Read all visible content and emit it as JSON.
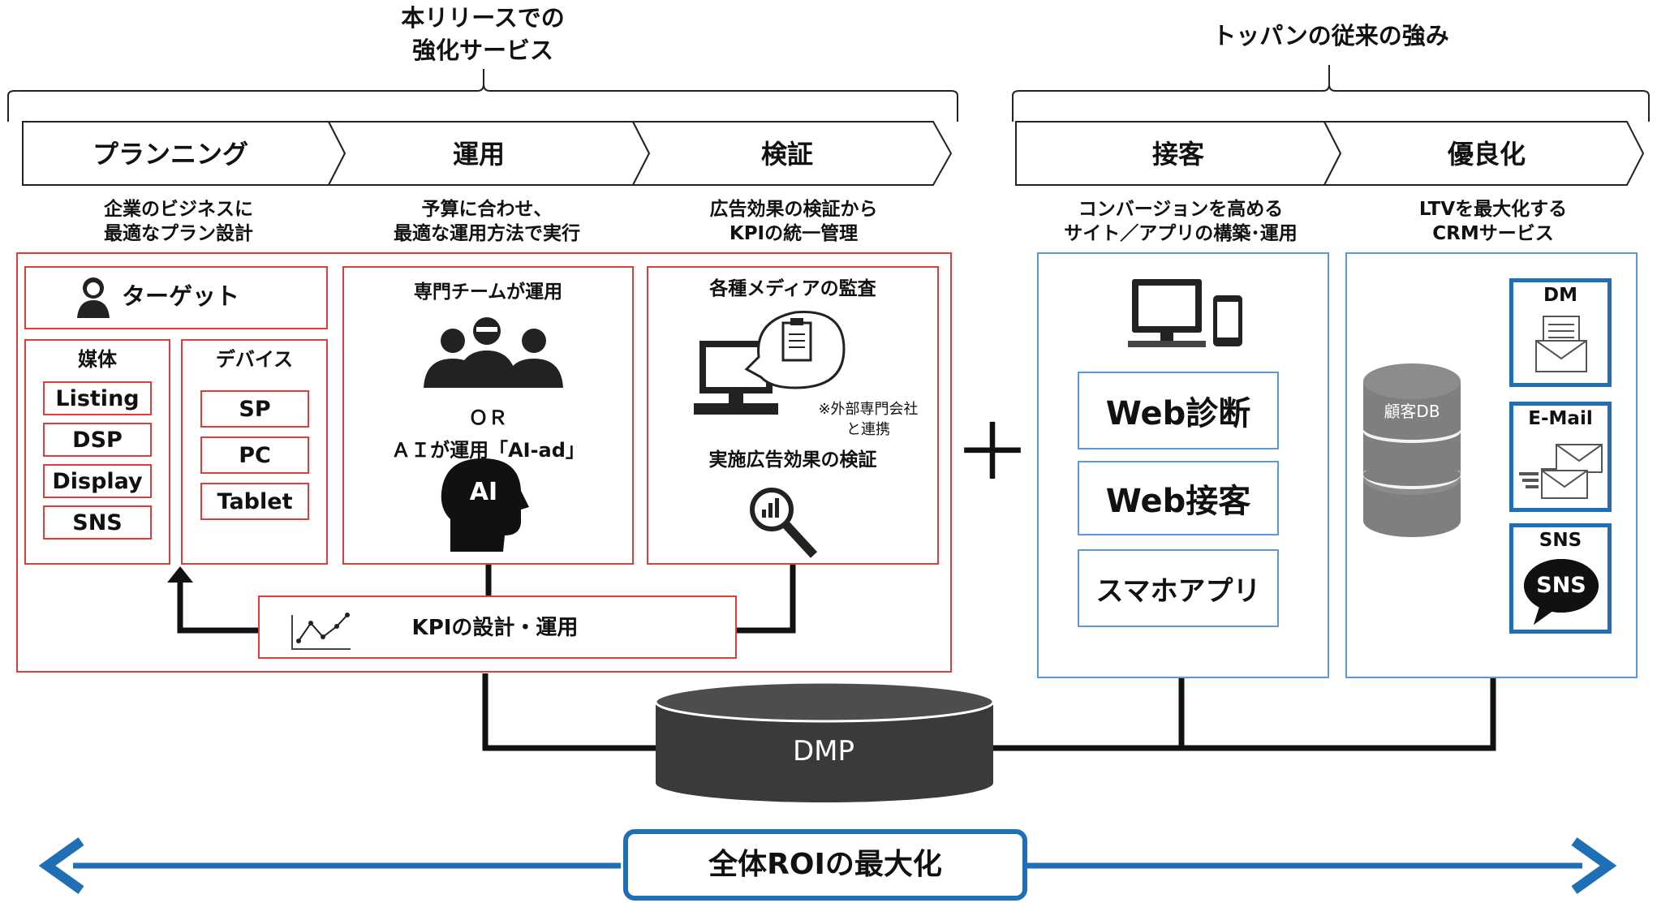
{
  "header": {
    "left_title_line1": "本リリースでの",
    "left_title_line2": "強化サービス",
    "right_title": "トッパンの従来の強み"
  },
  "stages": [
    {
      "label": "プランニング",
      "desc_line1": "企業のビジネスに",
      "desc_line2": "最適なプラン設計"
    },
    {
      "label": "運用",
      "desc_line1": "予算に合わせ、",
      "desc_line2": "最適な運用方法で実行"
    },
    {
      "label": "検証",
      "desc_line1": "広告効果の検証から",
      "desc_line2": "KPIの統一管理"
    },
    {
      "label": "接客",
      "desc_line1": "コンバージョンを高める",
      "desc_line2": "サイト／アプリの構築･運用"
    },
    {
      "label": "優良化",
      "desc_line1": "LTVを最大化する",
      "desc_line2": "CRMサービス"
    }
  ],
  "planning": {
    "target_label": "ターゲット",
    "media_title": "媒体",
    "media_items": [
      "Listing",
      "DSP",
      "Display",
      "SNS"
    ],
    "device_title": "デバイス",
    "device_items": [
      "SP",
      "PC",
      "Tablet"
    ]
  },
  "operation": {
    "title": "専門チームが運用",
    "or_label": "ＯＲ",
    "ai_label": "ＡＩが運用「AI-ad」",
    "ai_icon_text": "AI"
  },
  "verification": {
    "title": "各種メディアの監査",
    "note_line1": "※外部専門会社",
    "note_line2": "と連携",
    "effect_title": "実施広告効果の検証"
  },
  "kpi": {
    "label": "KPIの設計・運用"
  },
  "plus_sign": "＋",
  "customer": {
    "items": [
      "Web診断",
      "Web接客",
      "スマホアプリ"
    ]
  },
  "crm": {
    "db_label": "顧客DB",
    "channels": [
      "DM",
      "E-Mail",
      "SNS"
    ],
    "sns_bubble_text": "SNS"
  },
  "dmp": {
    "label": "DMP"
  },
  "footer": {
    "label": "全体ROIの最大化"
  },
  "colors": {
    "red": "#e03c3c",
    "light_blue": "#5b9bd5",
    "dark_blue": "#1e6fb5",
    "dark": "#1a1a1a",
    "gray": "#595959"
  }
}
